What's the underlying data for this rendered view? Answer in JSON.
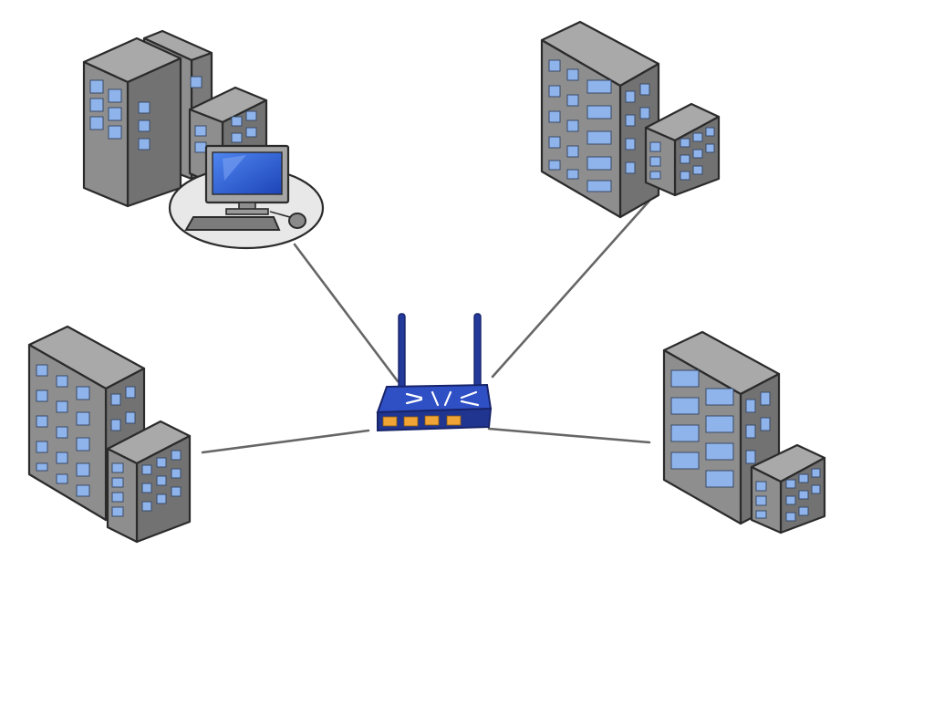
{
  "diagram": {
    "type": "network-topology",
    "hub": {
      "kind": "wireless-router",
      "icon": "router-icon"
    },
    "nodes": [
      {
        "id": "site-top-left",
        "kind": "server-building-with-workstation",
        "icon": "server-tower-icon"
      },
      {
        "id": "site-top-right",
        "kind": "office-building",
        "icon": "office-building-icon"
      },
      {
        "id": "site-left",
        "kind": "office-building",
        "icon": "office-building-icon"
      },
      {
        "id": "site-right",
        "kind": "office-building",
        "icon": "office-building-icon"
      }
    ],
    "links": [
      {
        "from": "site-top-left",
        "to": "hub"
      },
      {
        "from": "site-top-right",
        "to": "hub"
      },
      {
        "from": "site-left",
        "to": "hub"
      },
      {
        "from": "site-right",
        "to": "hub"
      }
    ],
    "colors": {
      "building_face": "#8e8e8e",
      "building_side": "#727272",
      "building_top": "#a9a9a9",
      "window": "#8fb4ec",
      "router_body": "#233a9a",
      "router_ports": "#f0a436",
      "link": "#666666",
      "monitor_screen": "#2f63d6"
    }
  }
}
